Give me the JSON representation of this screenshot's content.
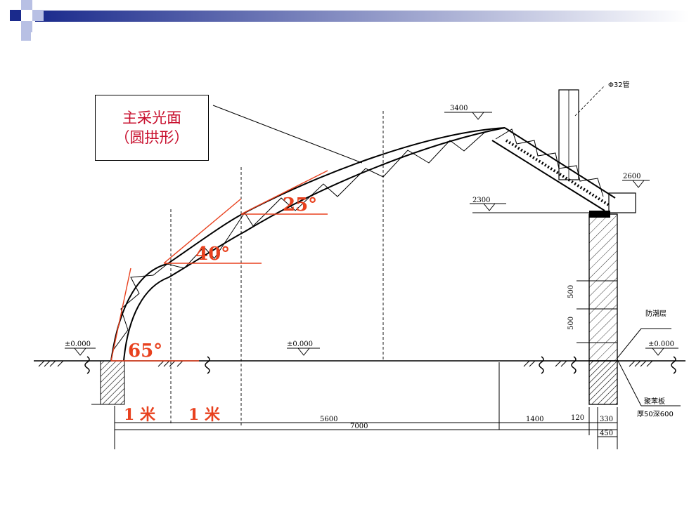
{
  "callout": {
    "line1": "主采光面",
    "line2": "（圆拱形）"
  },
  "angles": {
    "a65": "65°",
    "a40": "40°",
    "a25": "25°"
  },
  "spacing": {
    "left": "1 米",
    "right": "1 米"
  },
  "labels": {
    "pipe": "Φ32管",
    "ridge": "3400",
    "wall_top": "2600",
    "beam": "2300",
    "ground_left": "±0.000",
    "ground_mid": "±0.000",
    "ground_right": "±0.000",
    "damp_proof": "防潮层",
    "board": "聚苯板",
    "board_thick": "厚50深600",
    "wall_h1": "500",
    "wall_h2": "500"
  },
  "dimensions": {
    "span_main": "5600",
    "span_total": "7000",
    "d1400": "1400",
    "d120": "120",
    "d330": "330",
    "d450": "450"
  },
  "colors": {
    "accent": "#e8411e",
    "callout_text": "#c8102e",
    "banner_dark": "#1a2a8c"
  }
}
